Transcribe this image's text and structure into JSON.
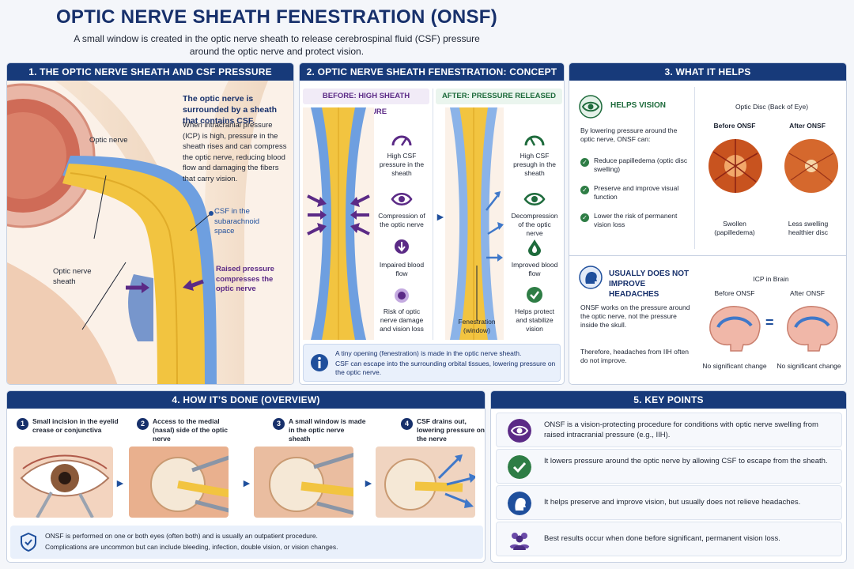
{
  "header": {
    "title": "OPTIC NERVE SHEATH FENESTRATION (ONSF)",
    "subtitle": "A small window is created in the optic nerve sheath to release cerebrospinal fluid (CSF) pressure around the optic nerve and protect vision."
  },
  "panel1": {
    "heading": "1. THE OPTIC NERVE SHEATH AND CSF PRESSURE",
    "intro_bold": "The optic nerve is surrounded by a sheath that contains CSF.",
    "intro_body": "When intracranial pressure (ICP) is high, pressure in the sheath rises and can compress the optic nerve, reducing blood flow and damaging the fibers that carry vision.",
    "label_optic_nerve": "Optic nerve",
    "label_sheath": "Optic nerve sheath",
    "label_csf": "CSF in the subarachnoid space",
    "label_raised": "Raised pressure compresses the optic nerve"
  },
  "panel2": {
    "heading": "2. OPTIC NERVE SHEATH FENESTRATION: CONCEPT",
    "before_head": "BEFORE: HIGH SHEATH PRESSURE",
    "after_head": "AFTER: PRESSURE RELEASED",
    "before_items": [
      "High CSF pressure in the sheath",
      "Compression of the optic nerve",
      "Impaired blood flow",
      "Risk of optic nerve damage and vision loss"
    ],
    "after_items": [
      "High CSF presugh in the sheath",
      "Decompression of the optic nerve",
      "Improved blood flow",
      "Helps protect and stabilize vision"
    ],
    "fenestration_label": "Fenestration (window)",
    "info_line1": "A tiny opening (fenestration) is made in the optic nerve sheath.",
    "info_line2": "CSF can escape into the surrounding orbital tissues, lowering pressure on the optic nerve."
  },
  "panel3": {
    "heading": "3. WHAT IT HELPS",
    "helps_title": "HELPS VISION",
    "helps_intro": "By lowering pressure around the optic nerve, ONSF can:",
    "helps_items": [
      "Reduce papilledema (optic disc swelling)",
      "Preserve and improve visual function",
      "Lower the risk of permanent vision loss"
    ],
    "disc_title": "Optic Disc (Back of Eye)",
    "disc_before": "Before ONSF",
    "disc_after": "After ONSF",
    "disc_before_caption": "Swollen (papilledema)",
    "disc_after_caption": "Less swelling healthier disc",
    "headache_title": "USUALLY DOES NOT IMPROVE HEADACHES",
    "headache_p1": "ONSF works on the pressure around the optic nerve, not the pressure inside the skull.",
    "headache_p2": "Therefore, headaches from IIH often do not improve.",
    "icp_title": "ICP in Brain",
    "icp_before": "Before ONSF",
    "icp_after": "After ONSF",
    "icp_equals": "=",
    "icp_before_caption": "No significant change",
    "icp_after_caption": "No significant change"
  },
  "panel4": {
    "heading": "4. HOW IT’S DONE (OVERVIEW)",
    "steps": [
      {
        "num": "1",
        "text": "Small incision in the eyelid crease or conjunctiva"
      },
      {
        "num": "2",
        "text": "Access to the medial (nasal) side of the optic nerve"
      },
      {
        "num": "3",
        "text": "A small window is made in the optic nerve sheath"
      },
      {
        "num": "4",
        "text": "CSF drains out, lowering pressure on the nerve"
      }
    ],
    "footer_line1": "ONSF is performed on one or both eyes (often both) and is usually an outpatient procedure.",
    "footer_line2": "Complications are uncommon but can include bleeding, infection, double vision, or vision changes."
  },
  "panel5": {
    "heading": "5. KEY POINTS",
    "points": [
      "ONSF is a vision-protecting procedure for conditions with optic nerve swelling from raised intracranial pressure (e.g., IIH).",
      "It lowers pressure around the optic nerve by allowing CSF to escape from the sheath.",
      "It helps preserve and improve vision, but usually does not relieve headaches.",
      "Best results occur when done before significant, permanent vision loss."
    ]
  },
  "colors": {
    "header_navy": "#173a7a",
    "accent_purple": "#5b2a86",
    "accent_green": "#2e7d45",
    "nerve_yellow": "#f2c440",
    "csf_blue": "#5a8fd6"
  }
}
